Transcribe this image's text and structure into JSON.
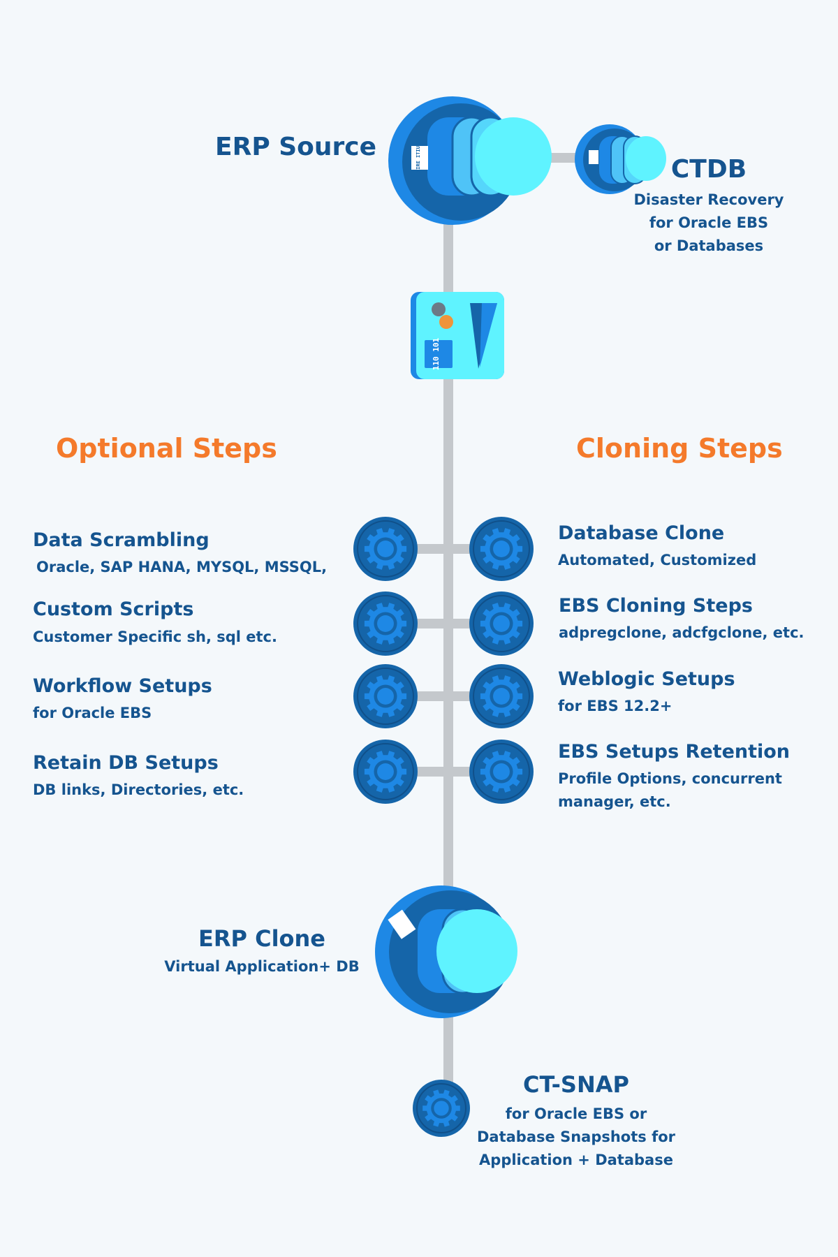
{
  "colors": {
    "background": "#f4f8fb",
    "heading_blue": "#15548f",
    "accent_orange": "#f47a2b",
    "node_dark": "#1565a9",
    "node_mid": "#1e88e5",
    "node_light": "#5ff3ff",
    "connector_gray": "#c4c8cc"
  },
  "source": {
    "title": "ERP Source",
    "db_badge_text": "DIRE ITIUS"
  },
  "ctdb": {
    "title": "CTDB",
    "description_lines": [
      "Disaster Recovery",
      "for Oracle EBS",
      "or Databases"
    ]
  },
  "processor": {
    "badge_text": "110 101",
    "icon": "processor-icon"
  },
  "optional": {
    "heading": "Optional Steps",
    "steps": [
      {
        "title": "Data Scrambling",
        "subtitle": "Oracle, SAP HANA, MYSQL, MSSQL,"
      },
      {
        "title": "Custom Scripts",
        "subtitle": "Customer Specific sh, sql etc."
      },
      {
        "title": "Workflow Setups",
        "subtitle": "for Oracle EBS"
      },
      {
        "title": "Retain DB Setups",
        "subtitle": "DB links, Directories, etc."
      }
    ]
  },
  "cloning": {
    "heading": "Cloning Steps",
    "steps": [
      {
        "title": "Database Clone",
        "subtitle_lines": [
          "Automated, Customized"
        ]
      },
      {
        "title": "EBS Cloning Steps",
        "subtitle_lines": [
          "adpregclone, adcfgclone, etc."
        ]
      },
      {
        "title": "Weblogic Setups",
        "subtitle_lines": [
          "for EBS 12.2+"
        ]
      },
      {
        "title": "EBS Setups Retention",
        "subtitle_lines": [
          "Profile Options, concurrent",
          "manager, etc."
        ]
      }
    ]
  },
  "clone": {
    "title": "ERP Clone",
    "subtitle": "Virtual Application+ DB"
  },
  "ctsnap": {
    "title": "CT-SNAP",
    "description_lines": [
      "for Oracle EBS or",
      "Database Snapshots for",
      "Application + Database"
    ]
  }
}
